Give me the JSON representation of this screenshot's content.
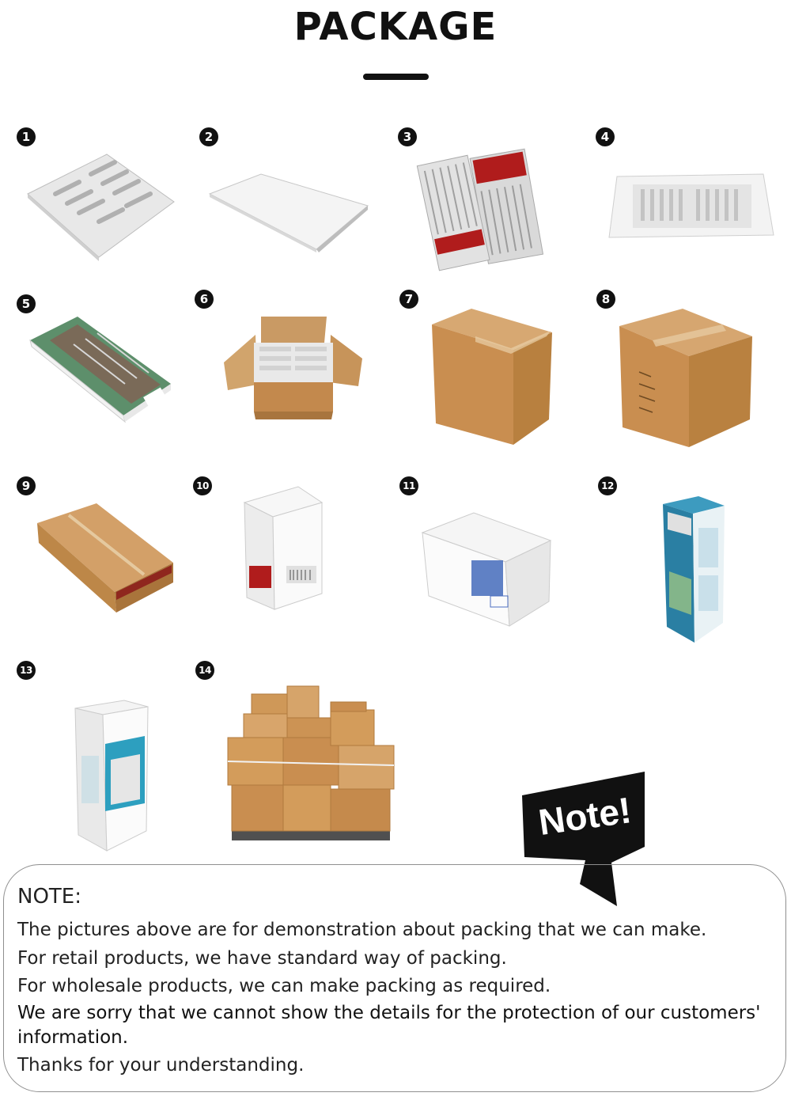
{
  "header": {
    "title": "PACKAGE"
  },
  "items": [
    {
      "number": "1",
      "label": "vent-plain"
    },
    {
      "number": "2",
      "label": "paper-sleeve"
    },
    {
      "number": "3",
      "label": "header-card-bags"
    },
    {
      "number": "4",
      "label": "bubble-wrap"
    },
    {
      "number": "5",
      "label": "color-box"
    },
    {
      "number": "6",
      "label": "open-carton"
    },
    {
      "number": "7",
      "label": "carton"
    },
    {
      "number": "8",
      "label": "printed-carton"
    },
    {
      "number": "9",
      "label": "flat-carton"
    },
    {
      "number": "10",
      "label": "white-box-tall"
    },
    {
      "number": "11",
      "label": "white-box-wide"
    },
    {
      "number": "12",
      "label": "tall-color-box"
    },
    {
      "number": "13",
      "label": "tall-white-box"
    },
    {
      "number": "14",
      "label": "pallet-stack"
    }
  ],
  "badge": {
    "text": "Note!"
  },
  "note": {
    "heading": "NOTE:",
    "lines": [
      "The pictures above are for demonstration about packing that we can make.",
      "For retail products, we have standard way of packing.",
      "For wholesale products, we can make packing as required.",
      "We are sorry that we cannot show the details for the protection of our customers'",
      "information.",
      "Thanks for your understanding."
    ]
  },
  "colors": {
    "kraft": "#c8965a",
    "kraft_dark": "#a8753e",
    "ink": "#111111",
    "teal": "#2b8aa8"
  }
}
